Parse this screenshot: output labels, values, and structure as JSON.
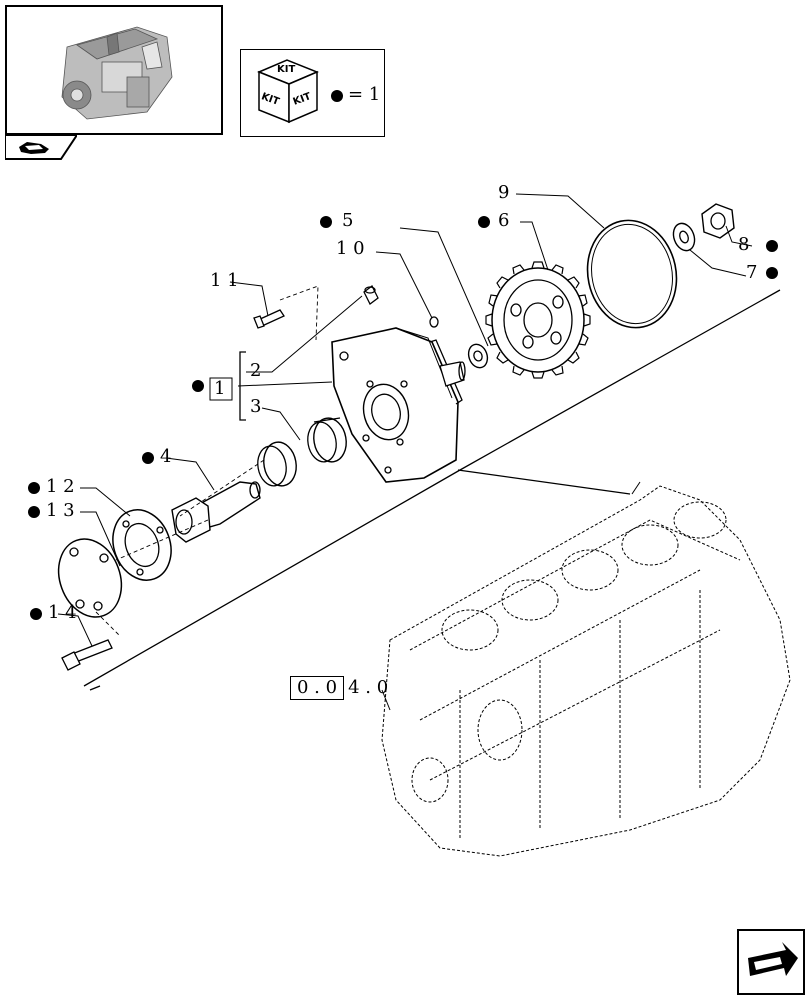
{
  "kit_legend": {
    "kit_word": "KIT",
    "equals": "= 1"
  },
  "callouts": {
    "c1": "1",
    "c2": "2",
    "c3": "3",
    "c4": "4",
    "c5": "5",
    "c6": "6",
    "c7": "7",
    "c8": "8",
    "c9": "9",
    "c10": "1 0",
    "c11": "1 1",
    "c12": "1 2",
    "c13": "1 3",
    "c14": "1 4"
  },
  "reference": {
    "boxed": "0 . 0",
    "rest": "4 . 0"
  },
  "colors": {
    "ink": "#000000",
    "paper": "#ffffff"
  },
  "icons": {
    "thumbnail": "engine-thumbnail-icon",
    "tab": "engine-tab-icon",
    "kit": "kit-cube-icon",
    "nav": "next-page-arrow-icon"
  }
}
